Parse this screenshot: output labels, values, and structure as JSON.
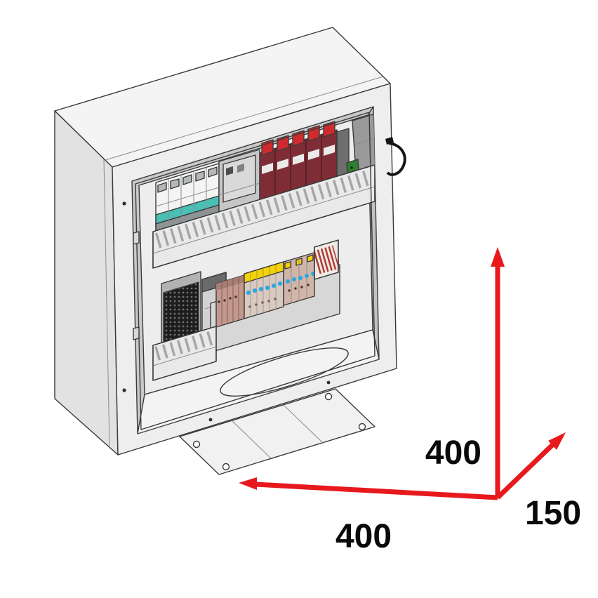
{
  "diagram": {
    "type": "isometric-technical-drawing",
    "subject": "wall-mount electrical enclosure with internal switchgear",
    "dimensions": {
      "height_label": "400",
      "width_label": "400",
      "depth_label": "150"
    },
    "components": [
      "enclosure-body",
      "door-frame",
      "mounting-plate",
      "miniature-circuit-breakers",
      "surge-protection-modules",
      "cable-duct-upper",
      "cable-duct-lower",
      "terminal-blocks",
      "power-supply",
      "relay-module",
      "pcb-connector",
      "cable-gland-plate"
    ],
    "colors": {
      "dimension_arrow": "#e8191d",
      "outline": "#3a3a3a",
      "surge_protector": "#7e2d36",
      "surge_caps": "#cf2b2e",
      "breaker_terminals": "#49bfb5",
      "terminal_yellow": "#f2d20e",
      "terminal_blue": "#2aa7e0",
      "pcb_connector_green": "#2f7d32",
      "power_supply": "#1d1d1d"
    }
  }
}
